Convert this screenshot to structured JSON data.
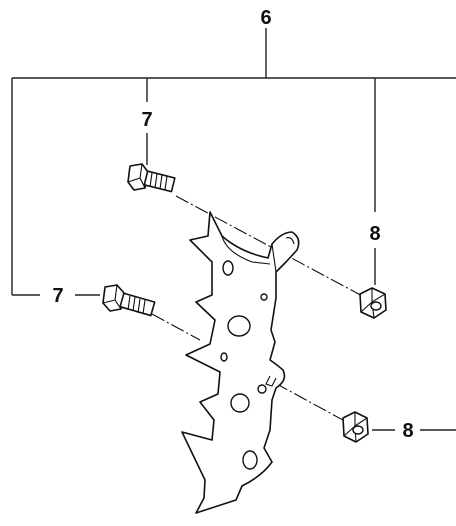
{
  "callouts": {
    "assembly": "6",
    "bolt_top": "7",
    "bolt_left": "7",
    "nut_top": "8",
    "nut_bottom": "8"
  }
}
